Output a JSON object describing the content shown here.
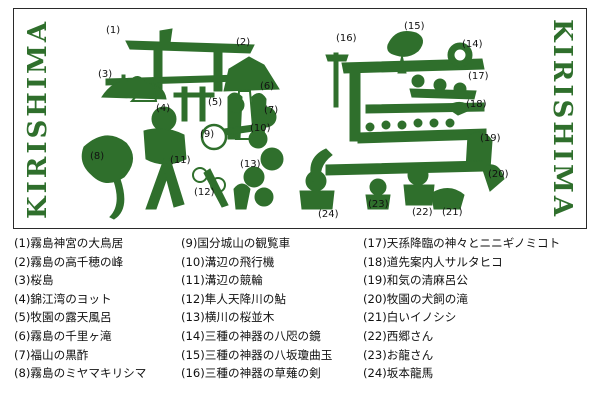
{
  "banner": {
    "side_left": "KIRISHIMA",
    "side_right": "KIRISHIMA",
    "colors": {
      "green": "#2f6f2c",
      "border": "#2a2a2a"
    },
    "markers": [
      "(1)",
      "(2)",
      "(3)",
      "(4)",
      "(5)",
      "(6)",
      "(7)",
      "(8)",
      "(9)",
      "(10)",
      "(11)",
      "(12)",
      "(13)",
      "(14)",
      "(15)",
      "(16)",
      "(17)",
      "(18)",
      "(19)",
      "(20)",
      "(21)",
      "(22)",
      "(23)",
      "(24)"
    ]
  },
  "legend": {
    "col1": [
      "(1)霧島神宮の大鳥居",
      "(2)霧島の高千穂の峰",
      "(3)桜島",
      "(4)錦江湾のヨット",
      "(5)牧園の露天風呂",
      "(6)霧島の千里ヶ滝",
      "(7)福山の黒酢",
      "(8)霧島のミヤマキリシマ"
    ],
    "col2": [
      "(9)国分城山の観覧車",
      "(10)溝辺の飛行機",
      "(11)溝辺の競輪",
      "(12)隼人天降川の鮎",
      "(13)横川の桜並木",
      "(14)三種の神器の八咫の鏡",
      "(15)三種の神器の八坂瓊曲玉",
      "(16)三種の神器の草薙の剣"
    ],
    "col3": [
      "(17)天孫降臨の神々とニニギノミコト",
      "(18)道先案内人サルタヒコ",
      "(19)和気の清麻呂公",
      "(20)牧園の犬飼の滝",
      "(21)白いイノシシ",
      "(22)西郷さん",
      "(23)お龍さん",
      "(24)坂本龍馬"
    ]
  }
}
